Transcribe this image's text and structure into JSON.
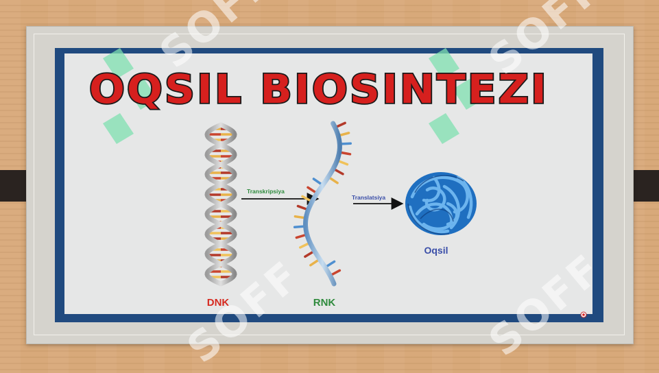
{
  "title": "OQSIL BIOSINTEZI",
  "labels": {
    "dna": "DNK",
    "rna": "RNK",
    "protein": "Oqsil",
    "transcription": "Transkripsiya",
    "translation": "Translatsiya"
  },
  "watermark": "SOFF",
  "colors": {
    "title_fill": "#d6201e",
    "title_outline": "#1a1a1a",
    "dna_label": "#d62a20",
    "rna_label": "#2e8a3c",
    "protein_label": "#3a4ea8",
    "transcription_label": "#2e8a3c",
    "translation_label": "#3a4ea8",
    "panel_border": "#204a7f",
    "protein_blue": "#2a7fd0"
  },
  "icons": {
    "dna": "dna-double-helix-icon",
    "rna": "rna-single-strand-icon",
    "protein": "folded-protein-icon",
    "watermark_logo": "green-s-logo-icon"
  }
}
